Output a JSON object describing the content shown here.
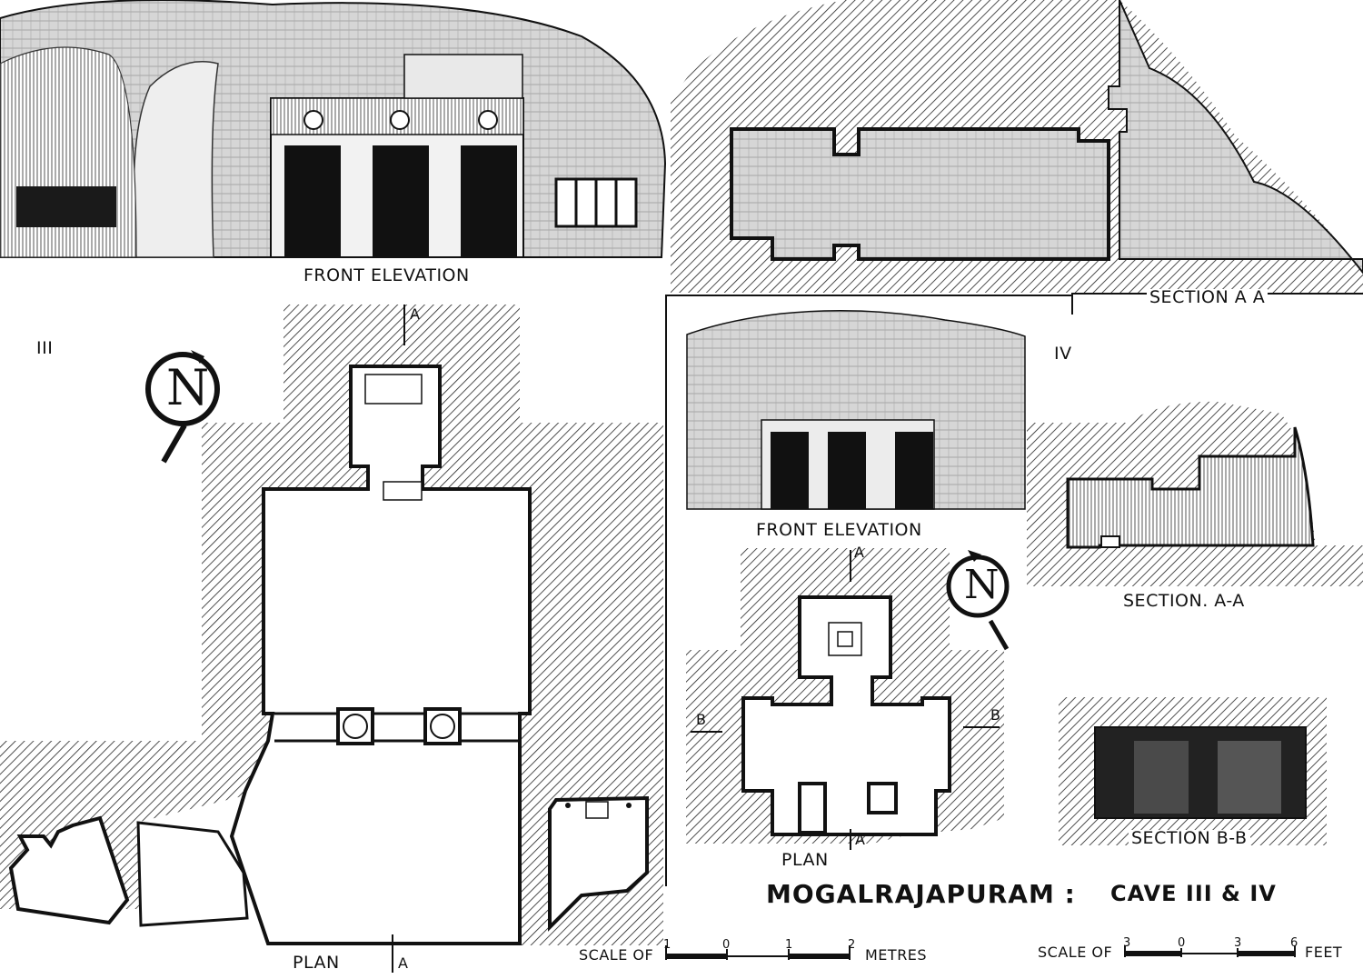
{
  "title": {
    "place": "MOGALRAJAPURAM :",
    "caves": "CAVE III & IV"
  },
  "cave3": {
    "number": "III",
    "front_elevation": "FRONT ELEVATION",
    "section": "SECTION  A A",
    "plan": "PLAN",
    "section_marker": "A"
  },
  "cave4": {
    "number": "IV",
    "front_elevation": "FRONT ELEVATION",
    "section_aa": "SECTION. A-A",
    "section_bb": "SECTION  B-B",
    "plan": "PLAN",
    "section_marker_a": "A",
    "section_marker_b": "B"
  },
  "north_symbol": "N",
  "scale_metres": {
    "prefix": "SCALE OF",
    "ticks": [
      "1",
      "0",
      "1",
      "2"
    ],
    "unit": "METRES"
  },
  "scale_feet": {
    "prefix": "SCALE OF",
    "ticks": [
      "3",
      "0",
      "3",
      "6"
    ],
    "unit": "FEET"
  },
  "colors": {
    "ink": "#111111",
    "paper": "#ffffff",
    "shade": "#cfcfcf"
  }
}
